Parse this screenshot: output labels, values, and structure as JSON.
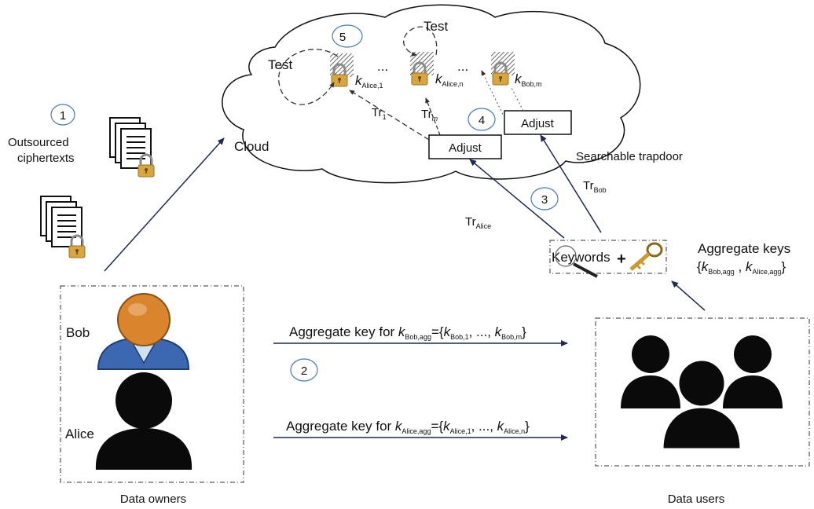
{
  "diagram": {
    "steps": {
      "s1": "1",
      "s2": "2",
      "s3": "3",
      "s4": "4",
      "s5": "5"
    },
    "left": {
      "outsourced_line1": "Outsourced",
      "outsourced_line2": "ciphertexts",
      "owners_title": "Data owners",
      "bob": "Bob",
      "alice": "Alice"
    },
    "cloud": {
      "label": "Cloud",
      "test_left": "Test",
      "test_top": "Test",
      "ellipsis1": "...",
      "ellipsis2": "...",
      "adjust_lower": "Adjust",
      "adjust_upper": "Adjust",
      "k_alice_1": {
        "main": "k",
        "sub": "Alice,1"
      },
      "k_alice_n": {
        "main": "k",
        "sub": "Alice,n"
      },
      "k_bob_m": {
        "main": "k",
        "sub": "Bob,m"
      },
      "tr1": {
        "main": "Tr",
        "sub": "1"
      },
      "trm": {
        "main": "Tr",
        "sub": "m"
      }
    },
    "right": {
      "searchable_trapdoor": "Searchable trapdoor",
      "tr_bob": {
        "main": "Tr",
        "sub": "Bob"
      },
      "tr_alice": {
        "main": "Tr",
        "sub": "Alice"
      },
      "keywords": "Keywords",
      "plus": "+",
      "aggregate_keys_title": "Aggregate keys",
      "aggregate_keys_set": {
        "open": "{",
        "k": "k",
        "bob_sub": "Bob,agg",
        "comma": " , ",
        "alice_sub": "Alice,agg",
        "close": "}"
      },
      "users_title": "Data users"
    },
    "arrows": {
      "bob_key": {
        "prefix": "Aggregate key for ",
        "k": "k",
        "sub": "Bob,agg",
        "mid": "={",
        "k1_sub": "Bob,1",
        "dots": ", ..., ",
        "kn_sub": "Bob,m",
        "close": "}"
      },
      "alice_key": {
        "prefix": "Aggregate key for ",
        "k": "k",
        "sub": "Alice,agg",
        "mid": "={",
        "k1_sub": "Alice,1",
        "dots": ", ..., ",
        "kn_sub": "Alice,n",
        "close": "}"
      }
    }
  },
  "colors": {
    "arrow": "#1e2a55",
    "lock_body": "#d8a640",
    "avatar_orange": "#d8852e",
    "avatar_blue": "#3b68b0"
  }
}
